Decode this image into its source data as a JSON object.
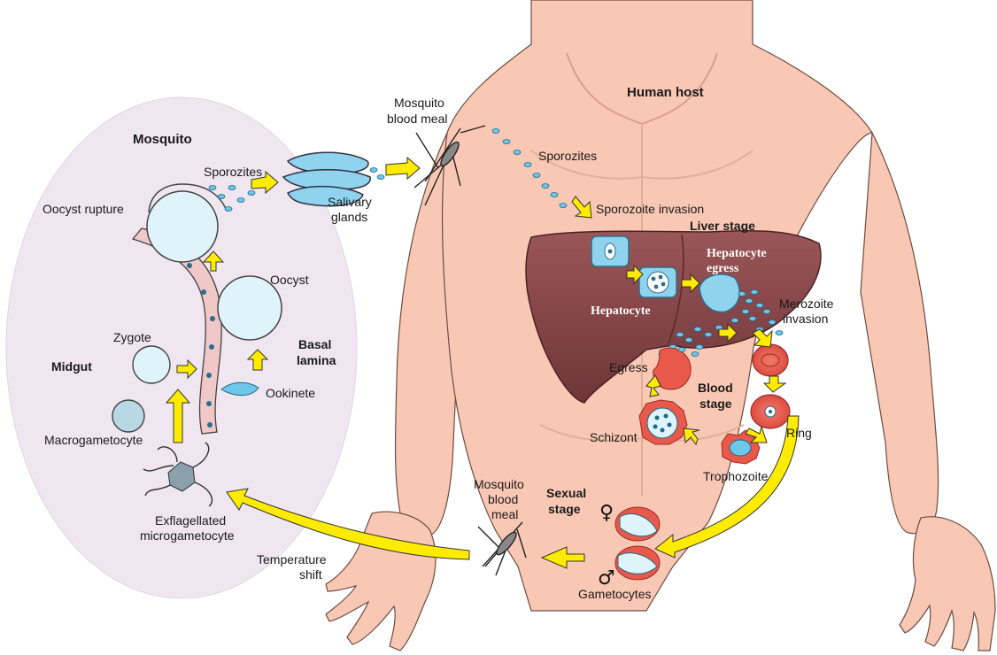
{
  "diagram": {
    "mosquito_panel": {
      "title": "Mosquito",
      "midgut": "Midgut",
      "sporozites": "Sporozites",
      "oocyst_rupture": "Oocyst rupture",
      "oocyst": "Oocyst",
      "zygote": "Zygote",
      "basal_lamina_1": "Basal",
      "basal_lamina_2": "lamina",
      "ookinete": "Ookinete",
      "macrogametocyte": "Macrogametocyte",
      "exflagellated_1": "Exflagellated",
      "exflagellated_2": "microgametocyte"
    },
    "transmission": {
      "blood_meal_top_1": "Mosquito",
      "blood_meal_top_2": "blood meal",
      "salivary_1": "Salivary",
      "salivary_2": "glands",
      "temperature_1": "Temperature",
      "temperature_2": "shift",
      "blood_meal_bottom_1": "Mosquito",
      "blood_meal_bottom_2": "blood",
      "blood_meal_bottom_3": "meal"
    },
    "human": {
      "title": "Human host",
      "sporozites": "Sporozites",
      "sporozoite_invasion": "Sporozoite invasion",
      "liver_stage": "Liver stage",
      "hepatocyte_egress_1": "Hepatocyte",
      "hepatocyte_egress_2": "egress",
      "hepatocyte": "Hepatocyte",
      "merozoite_1": "Merozoite",
      "merozoite_2": "invasion",
      "egress": "Egress",
      "blood_stage_1": "Blood",
      "blood_stage_2": "stage",
      "schizont": "Schizont",
      "ring": "Ring",
      "trophozoite": "Trophozoite",
      "sexual_stage_1": "Sexual",
      "sexual_stage_2": "stage",
      "gametocytes": "Gametocytes"
    },
    "symbols": {
      "female": "♀",
      "male": "♂"
    },
    "colors": {
      "skin": "#f9c8b4",
      "skin_outline": "#6d4b40",
      "liver": "#8b4b4e",
      "rbc": "#e8594a",
      "parasite": "#6ec6e8",
      "arrow_fill": "#ffeb00",
      "mosquito_bg": "#efe6ef"
    }
  }
}
